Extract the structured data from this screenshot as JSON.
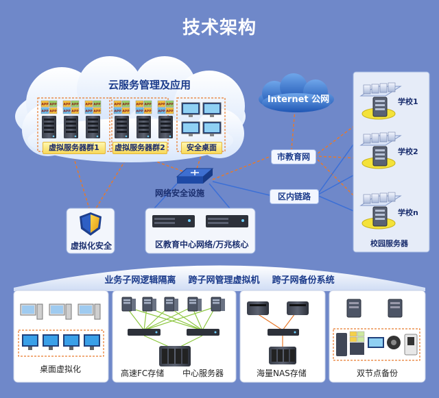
{
  "title": "技术架构",
  "cloud": {
    "title": "云服务管理及应用",
    "app_label": "APP",
    "group1": "虚拟服务器群1",
    "group2": "虚拟服务器群2",
    "desktop": "安全桌面"
  },
  "internet": "Internet  公网",
  "city_net": "市教育网",
  "lan_link": "区内链路",
  "security_device": "网络安全设施",
  "virt_security": "虚拟化安全",
  "core": "区教育中心网络/万兆核心",
  "campus": {
    "school1": "学校1",
    "school2": "学校2",
    "schooln": "学校n",
    "server_label": "校园服务器"
  },
  "banner": {
    "item1": "业务子网逻辑隔离",
    "item2": "跨子网管理虚拟机",
    "item3": "跨子网备份系统"
  },
  "panels": {
    "desktop_virt": "桌面虚拟化",
    "fc_storage": "高速FC存储",
    "center_server": "中心服务器",
    "nas_storage": "海量NAS存储",
    "dual_backup": "双节点备份"
  },
  "colors": {
    "background": "#6f88c9",
    "link_orange": "#e8792a",
    "link_blue": "#3b6fd6",
    "link_green": "#8cc63f"
  }
}
